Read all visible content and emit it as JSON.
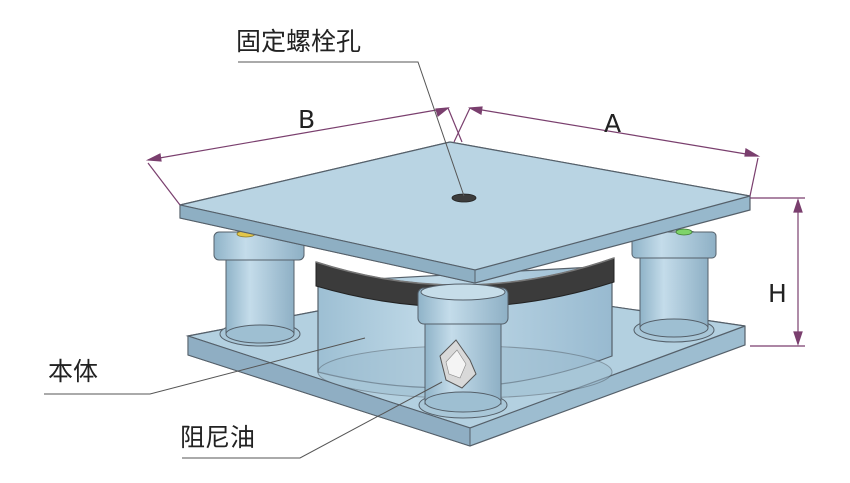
{
  "labels": {
    "bolt_hole": "固定螺栓孔",
    "dim_b": "B",
    "dim_a": "A",
    "dim_h": "H",
    "body": "本体",
    "damping_oil": "阻尼油"
  },
  "colors": {
    "steel_light": "#b7d3e2",
    "steel_mid": "#a3c3d6",
    "steel_dark": "#86a9bf",
    "outline": "#55606a",
    "rubber": "#3b3b3b",
    "dimension_line": "#7a3f6e",
    "leader_line": "#555555",
    "accent_green": "#7ed36a",
    "accent_yellow": "#e2c64a"
  }
}
